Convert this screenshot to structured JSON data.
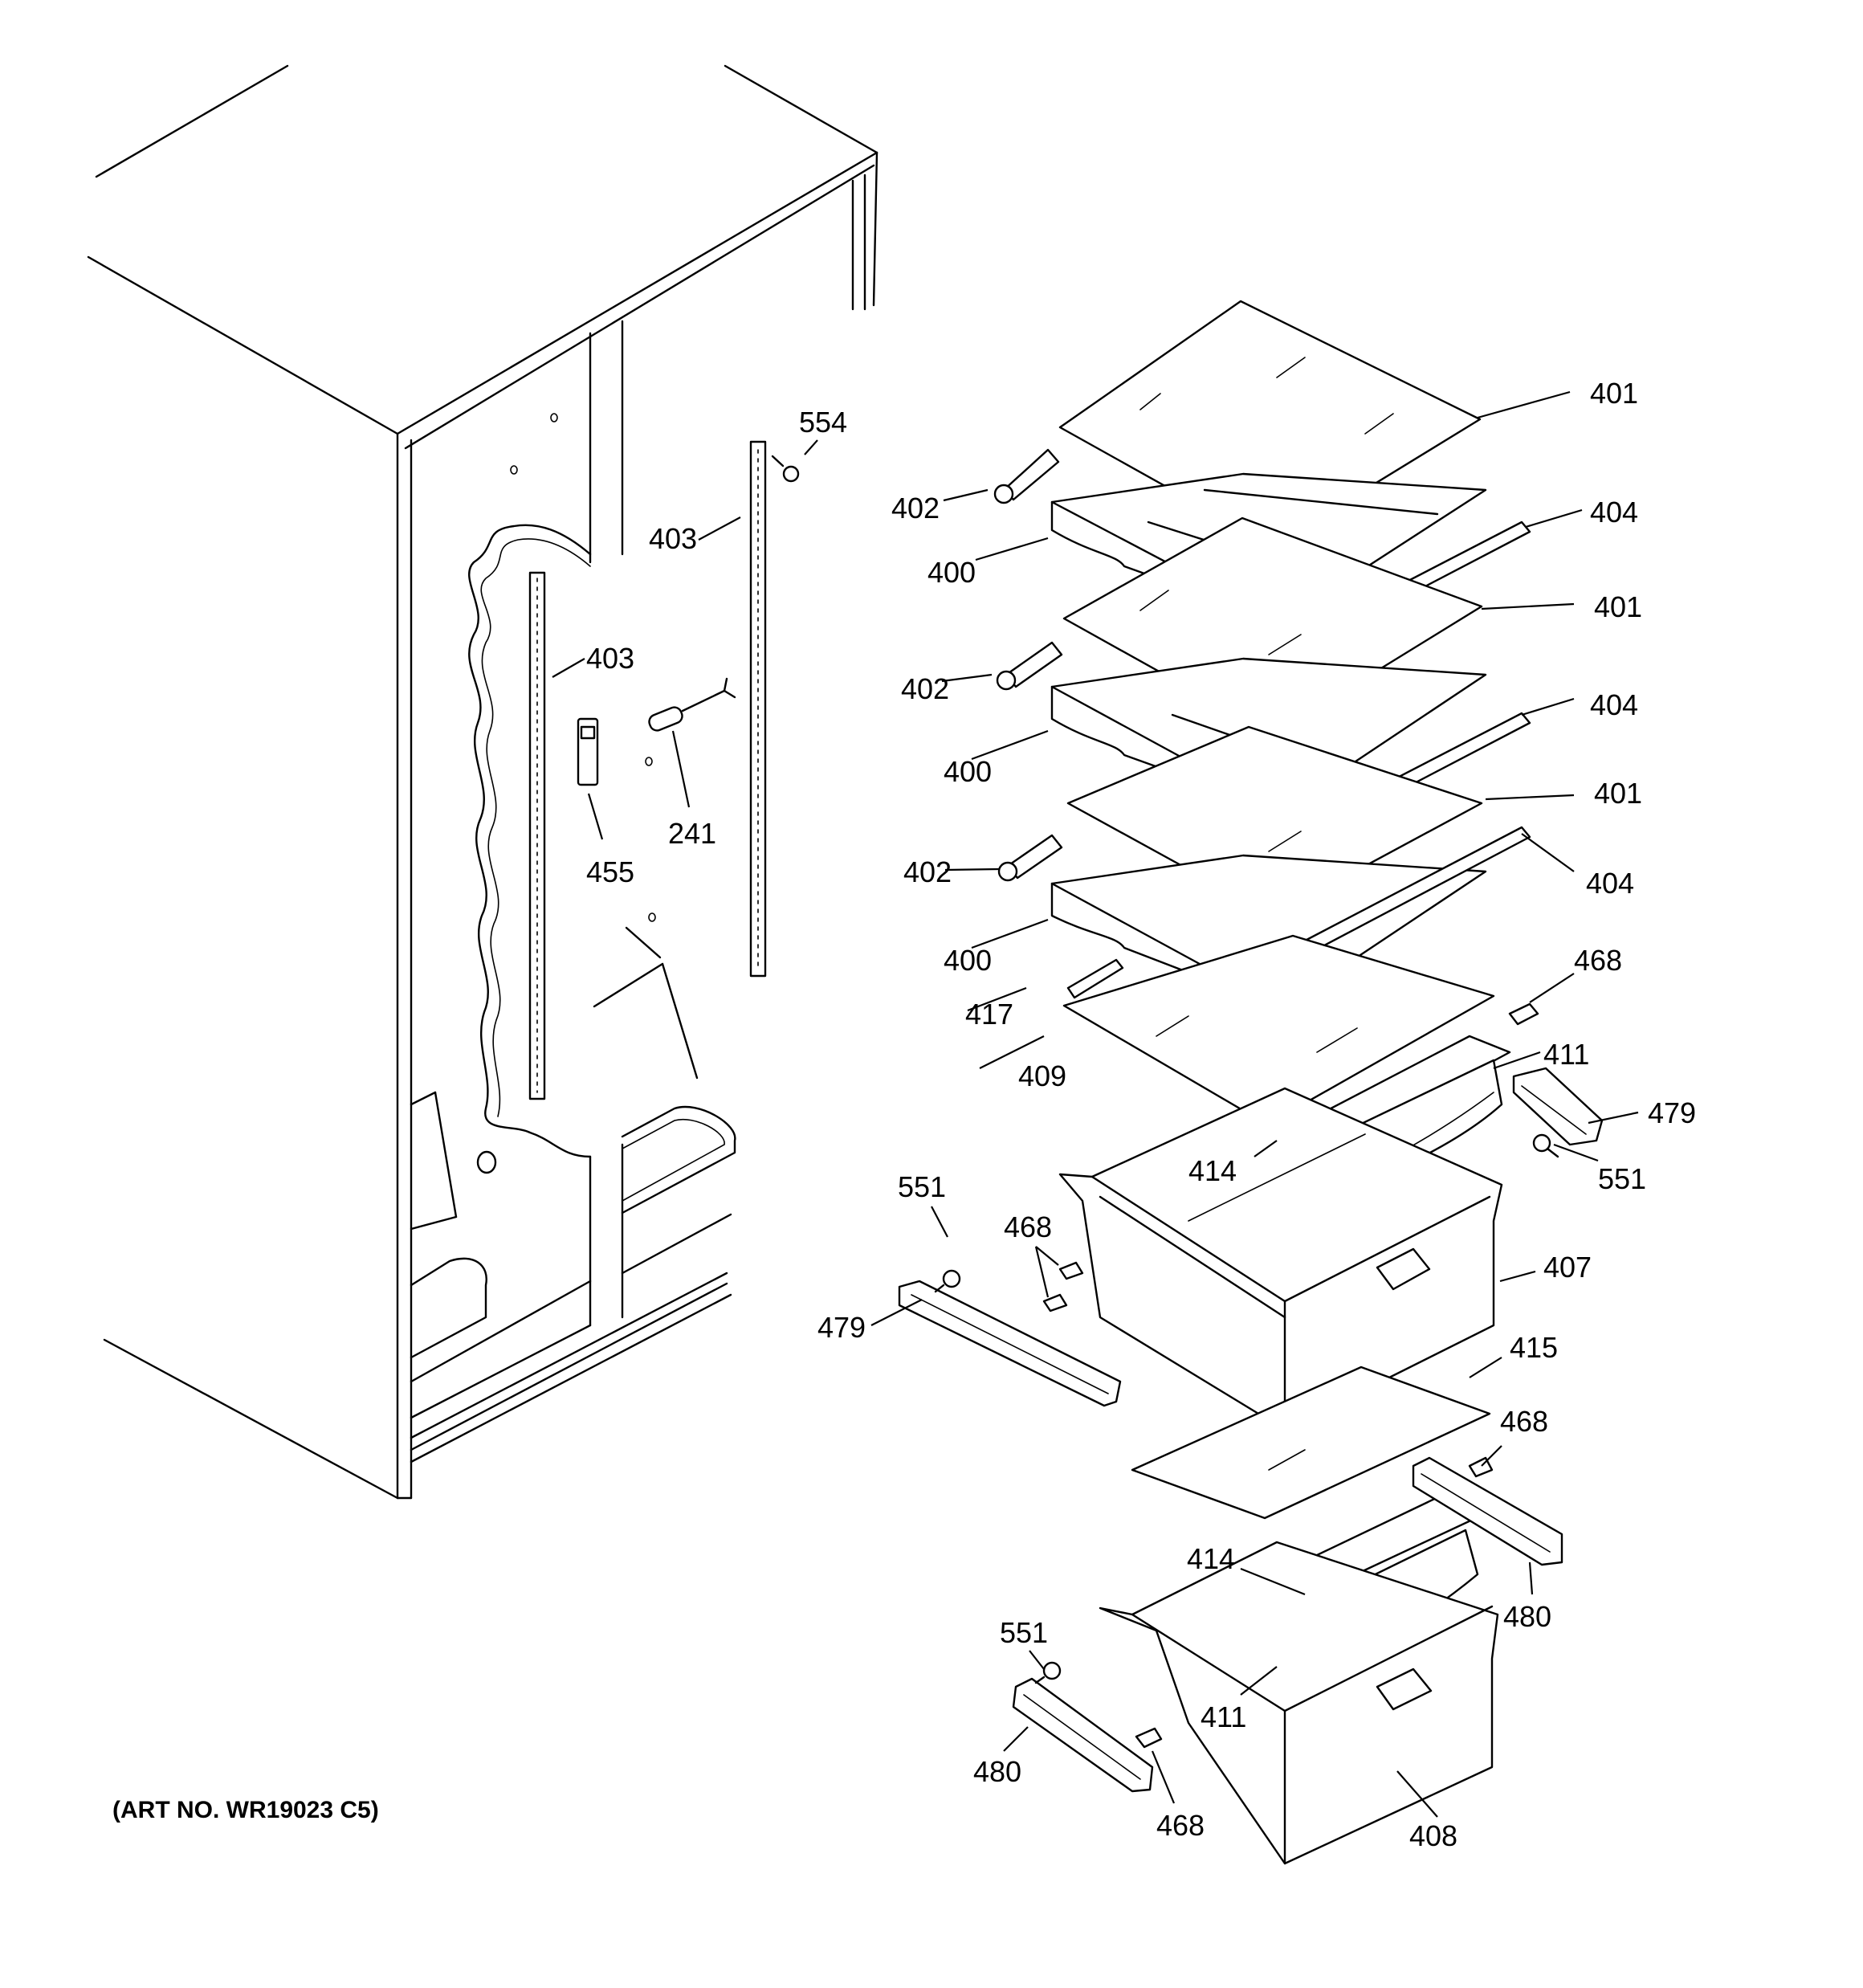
{
  "art_number": "(ART NO. WR19023 C5)",
  "callouts": [
    {
      "id": "c554",
      "text": "554"
    },
    {
      "id": "c403a",
      "text": "403"
    },
    {
      "id": "c403b",
      "text": "403"
    },
    {
      "id": "c455",
      "text": "455"
    },
    {
      "id": "c241",
      "text": "241"
    },
    {
      "id": "c401a",
      "text": "401"
    },
    {
      "id": "c402a",
      "text": "402"
    },
    {
      "id": "c404a",
      "text": "404"
    },
    {
      "id": "c400a",
      "text": "400"
    },
    {
      "id": "c401b",
      "text": "401"
    },
    {
      "id": "c402b",
      "text": "402"
    },
    {
      "id": "c404b",
      "text": "404"
    },
    {
      "id": "c400b",
      "text": "400"
    },
    {
      "id": "c401c",
      "text": "401"
    },
    {
      "id": "c402c",
      "text": "402"
    },
    {
      "id": "c404c",
      "text": "404"
    },
    {
      "id": "c400c",
      "text": "400"
    },
    {
      "id": "c468a",
      "text": "468"
    },
    {
      "id": "c417",
      "text": "417"
    },
    {
      "id": "c411a",
      "text": "411"
    },
    {
      "id": "c409",
      "text": "409"
    },
    {
      "id": "c479a",
      "text": "479"
    },
    {
      "id": "c414a",
      "text": "414"
    },
    {
      "id": "c551a",
      "text": "551"
    },
    {
      "id": "c551b",
      "text": "551"
    },
    {
      "id": "c468b",
      "text": "468"
    },
    {
      "id": "c407",
      "text": "407"
    },
    {
      "id": "c479b",
      "text": "479"
    },
    {
      "id": "c415",
      "text": "415"
    },
    {
      "id": "c468c",
      "text": "468"
    },
    {
      "id": "c414b",
      "text": "414"
    },
    {
      "id": "c480a",
      "text": "480"
    },
    {
      "id": "c551c",
      "text": "551"
    },
    {
      "id": "c411b",
      "text": "411"
    },
    {
      "id": "c480b",
      "text": "480"
    },
    {
      "id": "c468d",
      "text": "468"
    },
    {
      "id": "c408",
      "text": "408"
    }
  ]
}
